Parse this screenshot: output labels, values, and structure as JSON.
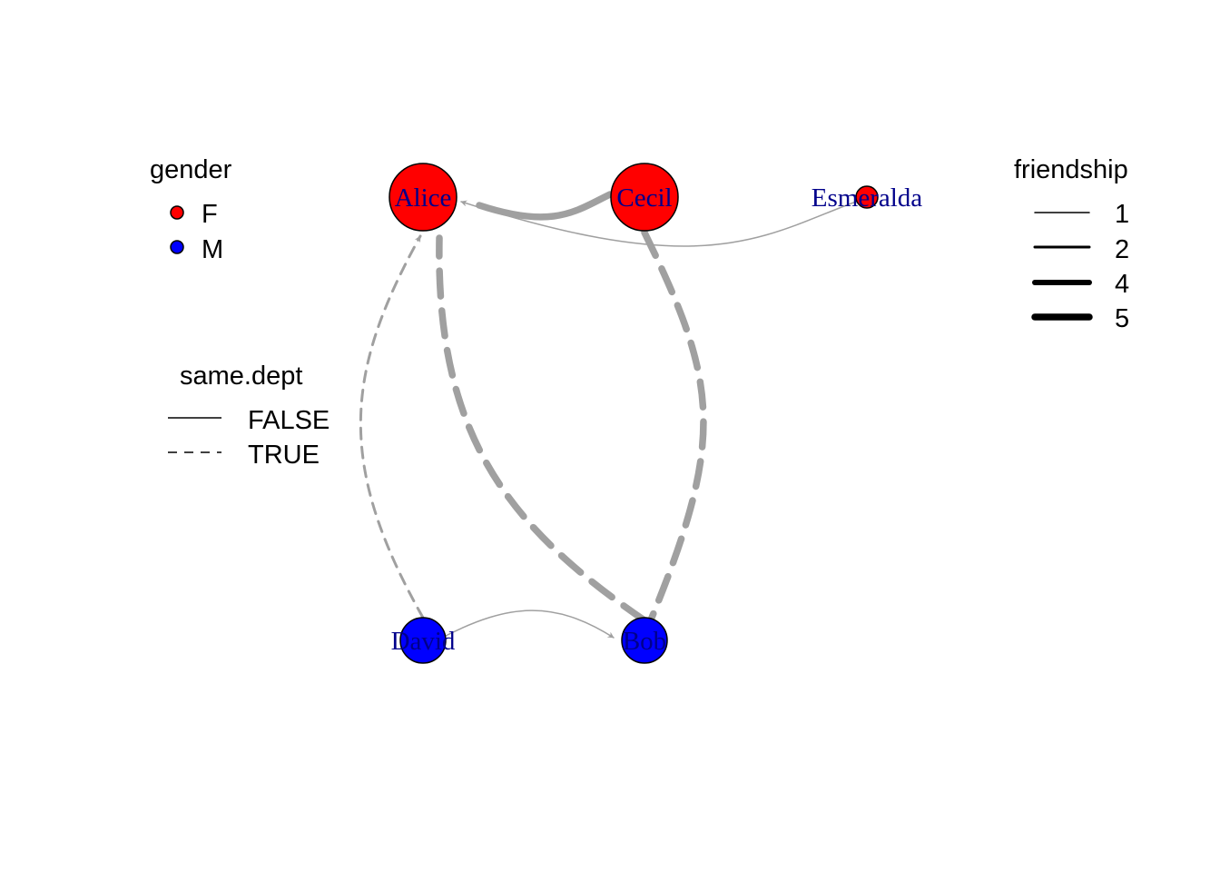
{
  "nodes": [
    {
      "id": "alice",
      "label": "Alice",
      "gender": "F"
    },
    {
      "id": "cecil",
      "label": "Cecil",
      "gender": "F"
    },
    {
      "id": "esmeralda",
      "label": "Esmeralda",
      "gender": "F"
    },
    {
      "id": "david",
      "label": "David",
      "gender": "M"
    },
    {
      "id": "bob",
      "label": "Bob",
      "gender": "M"
    }
  ],
  "edges": [
    {
      "from": "cecil",
      "to": "alice",
      "friendship": 5,
      "same_dept": false
    },
    {
      "from": "esmeralda",
      "to": "alice",
      "friendship": 1,
      "same_dept": false
    },
    {
      "from": "david",
      "to": "alice",
      "friendship": 2,
      "same_dept": true
    },
    {
      "from": "bob",
      "to": "alice",
      "friendship": 5,
      "same_dept": true
    },
    {
      "from": "cecil",
      "to": "bob",
      "friendship": 5,
      "same_dept": true
    },
    {
      "from": "david",
      "to": "bob",
      "friendship": 1,
      "same_dept": false
    }
  ],
  "legends": {
    "gender": {
      "title": "gender",
      "items": [
        {
          "label": "F",
          "color": "#FF0000"
        },
        {
          "label": "M",
          "color": "#0000FF"
        }
      ]
    },
    "same_dept": {
      "title": "same.dept",
      "items": [
        {
          "label": "FALSE",
          "style": "solid"
        },
        {
          "label": "TRUE",
          "style": "dashed"
        }
      ]
    },
    "friendship": {
      "title": "friendship",
      "items": [
        {
          "label": "1",
          "value": 1
        },
        {
          "label": "2",
          "value": 2
        },
        {
          "label": "4",
          "value": 4
        },
        {
          "label": "5",
          "value": 5
        }
      ]
    }
  },
  "colors": {
    "edge": "#A0A0A0",
    "label": "#00008B",
    "F": "#FF0000",
    "M": "#0000FF"
  }
}
